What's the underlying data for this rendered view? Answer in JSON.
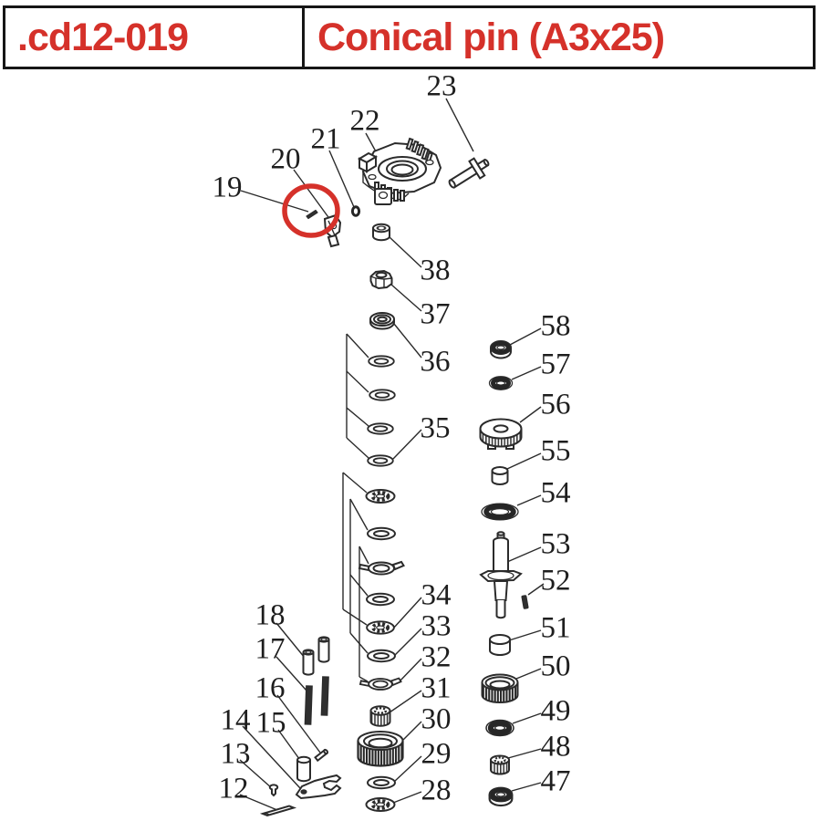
{
  "header": {
    "part_code": ".cd12-019",
    "part_name": "Conical pin (A3x25)"
  },
  "colors": {
    "accent_red": "#d5312a",
    "line": "#2b2b2b"
  },
  "diagram": {
    "highlighted_callout": "19",
    "callouts": [
      "12",
      "13",
      "14",
      "15",
      "16",
      "17",
      "18",
      "19",
      "20",
      "21",
      "22",
      "23",
      "28",
      "29",
      "30",
      "31",
      "32",
      "33",
      "34",
      "35",
      "36",
      "37",
      "38",
      "47",
      "48",
      "49",
      "50",
      "51",
      "52",
      "53",
      "54",
      "55",
      "56",
      "57",
      "58"
    ]
  }
}
